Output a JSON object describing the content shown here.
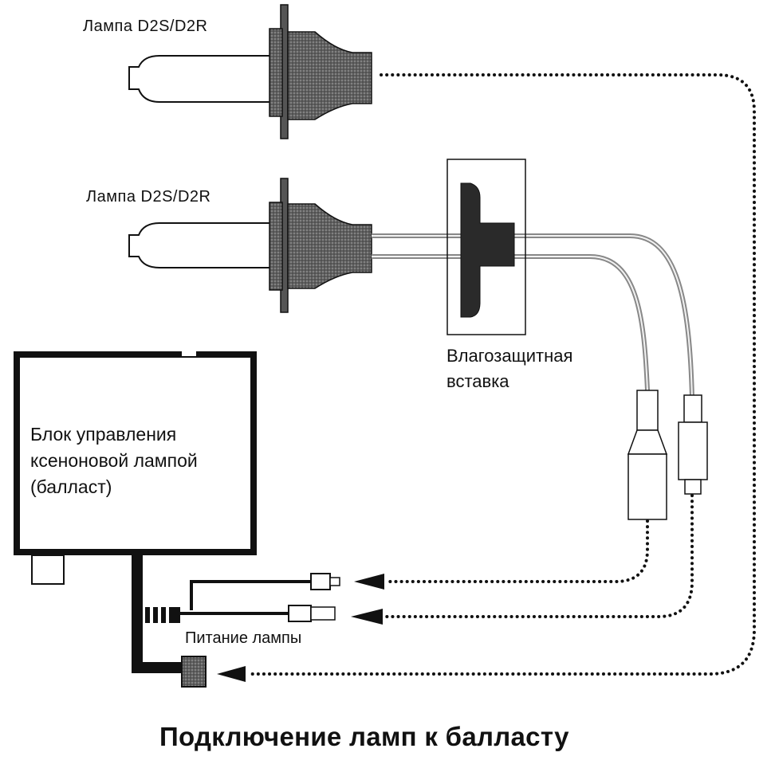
{
  "labels": {
    "lamp_top": "Лампа D2S/D2R",
    "lamp_bottom": "Лампа D2S/D2R",
    "insert_line1": "Влагозащитная",
    "insert_line2": "вставка",
    "ballast_line1": "Блок управления",
    "ballast_line2": "ксеноновой лампой",
    "ballast_line3": "(балласт)",
    "power": "Питание лампы",
    "title": "Подключение ламп к балласту"
  },
  "colors": {
    "ink": "#111111",
    "socket_fill": "#6e6e6e",
    "insert_fill": "#2a2a2a",
    "cable": "#8a8a8a",
    "background": "#ffffff"
  }
}
